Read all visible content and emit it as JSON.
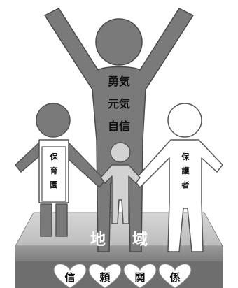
{
  "figures": {
    "big": {
      "lines": [
        "勇気",
        "元気",
        "自信"
      ]
    },
    "left": {
      "lines": [
        "保",
        "育",
        "園"
      ]
    },
    "right": {
      "lines": [
        "保",
        "護",
        "者"
      ]
    }
  },
  "platform": {
    "label_1": "地",
    "label_2": "域"
  },
  "hearts": [
    "信",
    "頼",
    "関",
    "係"
  ]
}
